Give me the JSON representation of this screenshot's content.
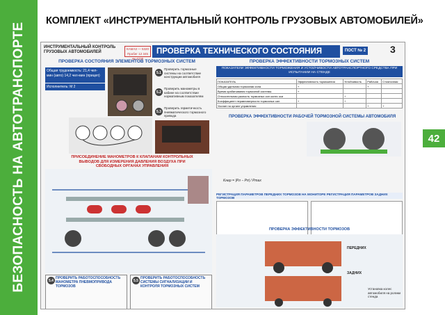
{
  "side_banner": "БЕЗОПАСНОСТЬ НА АВТОТРАНСПОРТЕ",
  "page_number": "42",
  "main_title": "КОМПЛЕКТ «ИНСТРУМЕНТАЛЬНЫЙ КОНТРОЛЬ ГРУЗОВЫХ АВТОМОБИЛЕЙ»",
  "poster": {
    "header_left": "ИНСТРУМЕНТАЛЬНЫЙ КОНТРОЛЬ ГРУЗОВЫХ АВТОМОБИЛЕЙ",
    "vehicle_box": "КАМАЗ — 5320 Пробег 12 345 км 4238",
    "title": "ПРОВЕРКА ТЕХНИЧЕСКОГО СОСТОЯНИЯ",
    "post": "ПОСТ № 2",
    "number": "3",
    "left_section_title": "ПРОВЕРКА СОСТОЯНИЯ ЭЛЕМЕНТОВ ТОРМОЗНЫХ СИСТЕМ",
    "right_section_title": "ПРОВЕРКА ЭФФЕКТИВНОСТИ ТОРМОЗНЫХ СИСТЕМ",
    "labor_info": "Общая трудоемкость: 21,4 чел-мин (авто) 14,2 чел-мин (прицеп)",
    "executor": "Исполнитель: М 2",
    "step_labels": [
      "5.1",
      "5.2",
      "5.3"
    ],
    "step_notes": [
      "Проверить тормозные системы на соответствие конструкции автомобиля",
      "Проверить манометры в кабине на соответствие нормативным показателям",
      "Проверить герметичность пневматического тормозного привода"
    ],
    "red_title": "ПРИСОЕДИНЕНИЕ МАНОМЕТРОВ К КЛАПАНАМ КОНТРОЛЬНЫХ ВЫВОДОВ ДЛЯ ИЗМЕРЕНИЯ ДАВЛЕНИЯ ВОЗДУХА ПРИ СВОБОДНЫХ ОРГАНАХ УПРАВЛЕНИЯ",
    "bottom_left": {
      "number": "5.4",
      "title": "ПРОВЕРИТЬ РАБОТОСПОСОБНОСТЬ МАНОМЕТРА ПНЕВМОПРИВОДА ТОРМОЗОВ"
    },
    "bottom_right": {
      "number": "5.5",
      "title": "ПРОВЕРИТЬ РАБОТОСПОСОБНОСТЬ СИСТЕМЫ СИГНАЛИЗАЦИИ И КОНТРОЛЯ ТОРМОЗНЫХ СИСТЕМ"
    },
    "table_header": "ПОКАЗАТЕЛИ ЭФФЕКТИВНОСТИ ТОРМОЖЕНИЯ И УСТОЙЧИВОСТИ АВТОТРАНСПОРТНОГО СРЕДСТВА ПРИ ИСПЫТАНИИ НА СТЕНДЕ",
    "table_rows": [
      [
        "ПОКАЗАТЕЛЬ",
        "Эффективность торможения",
        "Устойчивость",
        "Рабочая",
        "Стояночная"
      ],
      [
        "Общая удельная тормозная сила",
        "+",
        "",
        "+",
        ""
      ],
      [
        "Время срабатывания тормозной системы",
        "+",
        "",
        "",
        ""
      ],
      [
        "Относительная разность тормозных сил колес оси",
        "",
        "+",
        "",
        ""
      ],
      [
        "Коэффициент неравномерности тормозных сил",
        "+",
        "+",
        "",
        ""
      ],
      [
        "Усилие на органе управления",
        "",
        "",
        "+",
        "+"
      ]
    ],
    "r5_title": "ПРОВЕРКА ЭФФЕКТИВНОСТИ РАБОЧЕЙ ТОРМОЗНОЙ СИСТЕМЫ АВТОМОБИЛЯ",
    "formula": "Kнер = |Pл − Pп| / Pmax",
    "reg_bar": "РЕГИСТРАЦИЯ ПАРАМЕТРОВ ПЕРЕДНИХ ТОРМОЗОВ   НА МОНИТОРЕ   РЕГИСТРАЦИЯ ПАРАМЕТРОВ ЗАДНИХ ТОРМОЗОВ",
    "front_label": "ПЕРЕДНИХ",
    "rear_label": "ЗАДНИХ",
    "check_title": "ПРОВЕРКА ЭФФЕКТИВНОСТИ ТОРМОЗОВ",
    "install_note": "Установка колес автомобиля на ролики стенда"
  }
}
